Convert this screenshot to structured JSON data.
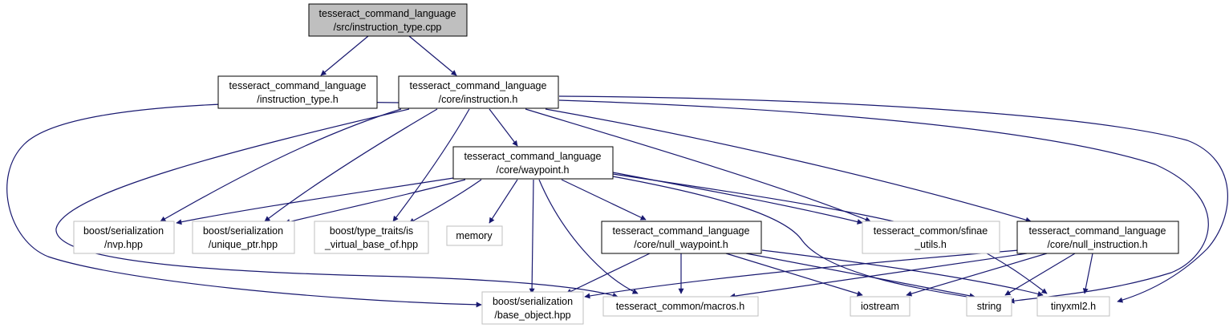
{
  "colors": {
    "edge": "#191970",
    "root_fill": "#bfbfbf",
    "solid_border": "#000000",
    "missing_border": "#bfbfbf",
    "text": "#000000",
    "background": "#ffffff"
  },
  "nodes": {
    "root": {
      "lines": [
        "tesseract_command_language",
        "/src/instruction_type.cpp"
      ],
      "style": "root"
    },
    "instruction_type": {
      "lines": [
        "tesseract_command_language",
        "/instruction_type.h"
      ],
      "style": "solid"
    },
    "instruction": {
      "lines": [
        "tesseract_command_language",
        "/core/instruction.h"
      ],
      "style": "solid"
    },
    "waypoint": {
      "lines": [
        "tesseract_command_language",
        "/core/waypoint.h"
      ],
      "style": "solid"
    },
    "nvp": {
      "lines": [
        "boost/serialization",
        "/nvp.hpp"
      ],
      "style": "missing"
    },
    "unique_ptr": {
      "lines": [
        "boost/serialization",
        "/unique_ptr.hpp"
      ],
      "style": "missing"
    },
    "is_virtual": {
      "lines": [
        "boost/type_traits/is",
        "_virtual_base_of.hpp"
      ],
      "style": "missing"
    },
    "memory": {
      "lines": [
        "memory"
      ],
      "style": "missing"
    },
    "null_waypoint": {
      "lines": [
        "tesseract_command_language",
        "/core/null_waypoint.h"
      ],
      "style": "solid"
    },
    "sfinae": {
      "lines": [
        "tesseract_common/sfinae",
        "_utils.h"
      ],
      "style": "missing"
    },
    "null_instruction": {
      "lines": [
        "tesseract_command_language",
        "/core/null_instruction.h"
      ],
      "style": "solid"
    },
    "base_object": {
      "lines": [
        "boost/serialization",
        "/base_object.hpp"
      ],
      "style": "missing"
    },
    "macros": {
      "lines": [
        "tesseract_common/macros.h"
      ],
      "style": "missing"
    },
    "iostream": {
      "lines": [
        "iostream"
      ],
      "style": "missing"
    },
    "string": {
      "lines": [
        "string"
      ],
      "style": "missing"
    },
    "tinyxml2": {
      "lines": [
        "tinyxml2.h"
      ],
      "style": "missing"
    }
  }
}
